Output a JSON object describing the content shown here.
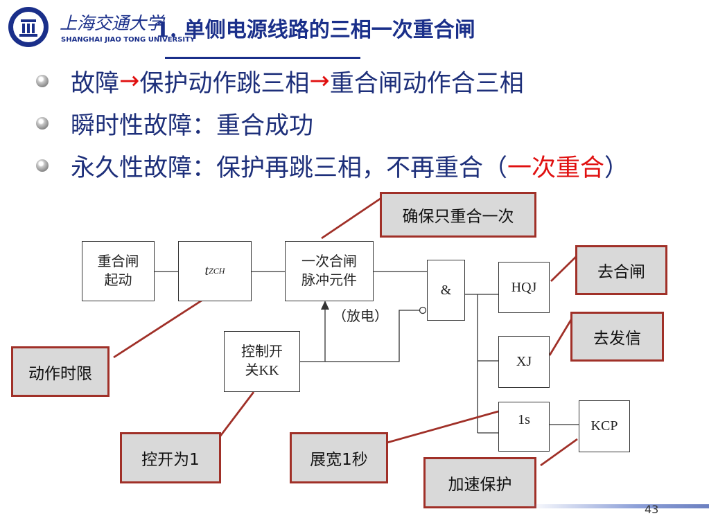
{
  "header": {
    "university_cn": "上海交通大学",
    "university_en": "SHANGHAI JIAO TONG UNIVERSITY",
    "title": "1. 单侧电源线路的三相一次重合闸",
    "brand_color": "#1a2f8a"
  },
  "bullets": [
    {
      "parts": [
        "故障",
        "→",
        "保护动作跳三相",
        "→",
        "重合闸动作合三相"
      ]
    },
    {
      "parts": [
        "瞬时性故障：重合成功"
      ]
    },
    {
      "text": "永久性故障：保护再跳三相，不再重合（",
      "highlight": "一次重合",
      "close": "）"
    }
  ],
  "diagram": {
    "boxes": {
      "reclose_start": "重合闸\n起动",
      "timer_main": "t",
      "timer_sub": "ZCH",
      "pulse": "一次合闸\n脉冲元件",
      "and_gate": "&",
      "control_switch": "控制开\n关KK",
      "hqj": "HQJ",
      "xj": "XJ",
      "widen_top": "1s",
      "kcp": "KCP"
    },
    "discharge_label": "（放电）",
    "annotations": {
      "once_only": "确保只重合一次",
      "to_close": "去合闸",
      "to_signal": "去发信",
      "action_time": "动作时限",
      "switch_one": "控开为1",
      "widen_1s": "展宽1秒",
      "accelerate": "加速保护"
    },
    "annotation_border_color": "#a03028"
  },
  "footer": {
    "page_number": "43"
  }
}
